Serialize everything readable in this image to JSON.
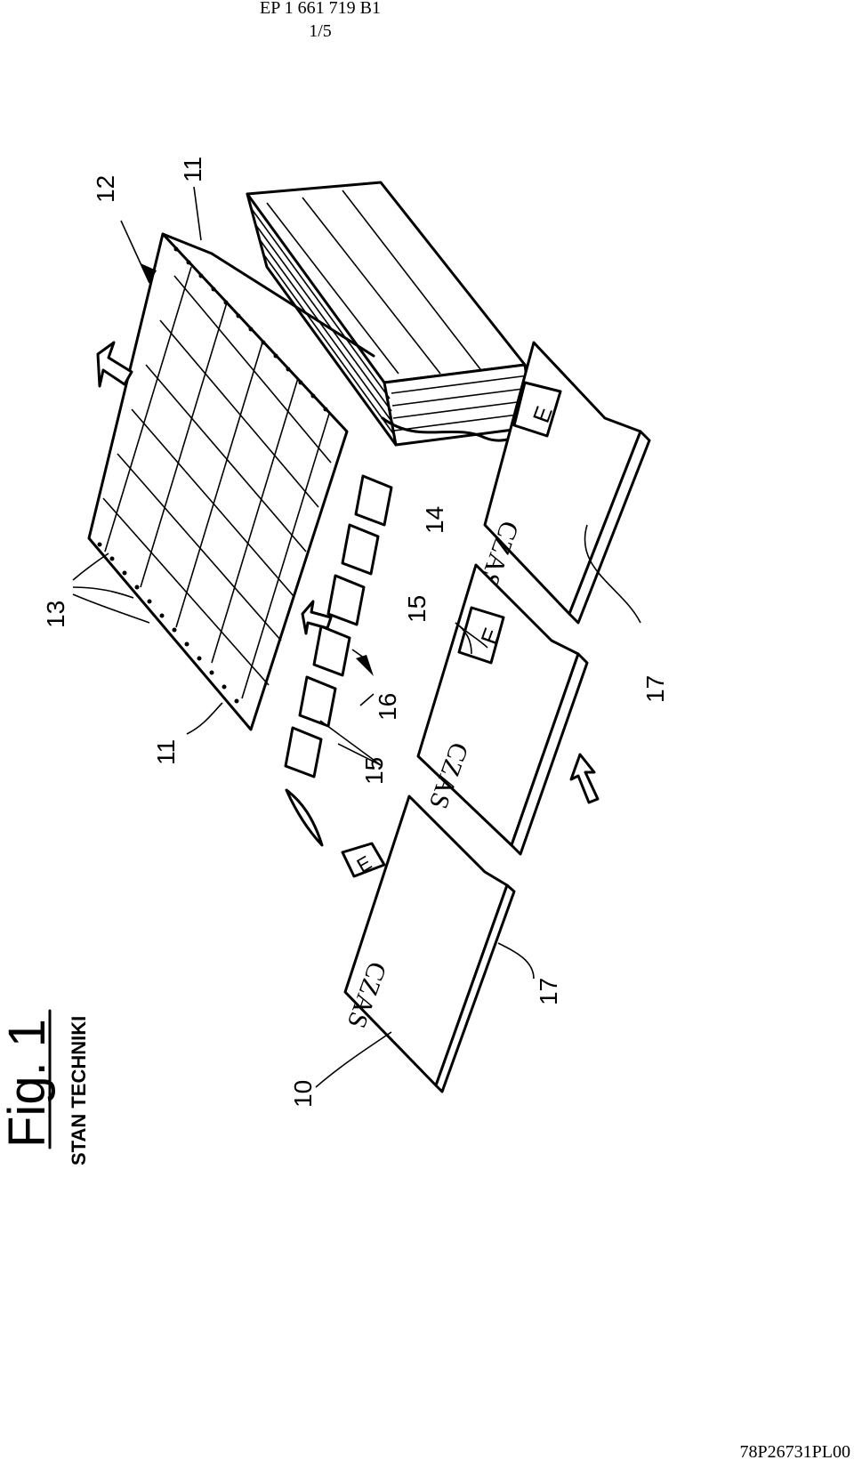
{
  "header": {
    "patent_number": "EP 1 661 719 B1",
    "page": "1/5"
  },
  "figure": {
    "title": "Fig. 1",
    "subtitle": "STAN TECHNIKI",
    "card_text": "CZAS",
    "sticker_letter": "E",
    "refs": {
      "r10": "10",
      "r11a": "11",
      "r11b": "11",
      "r12": "12",
      "r13": "13",
      "r14": "14",
      "r15a": "15",
      "r15b": "15",
      "r16": "16",
      "r17a": "17",
      "r17b": "17"
    }
  },
  "footer": {
    "code": "78P26731PL00"
  }
}
